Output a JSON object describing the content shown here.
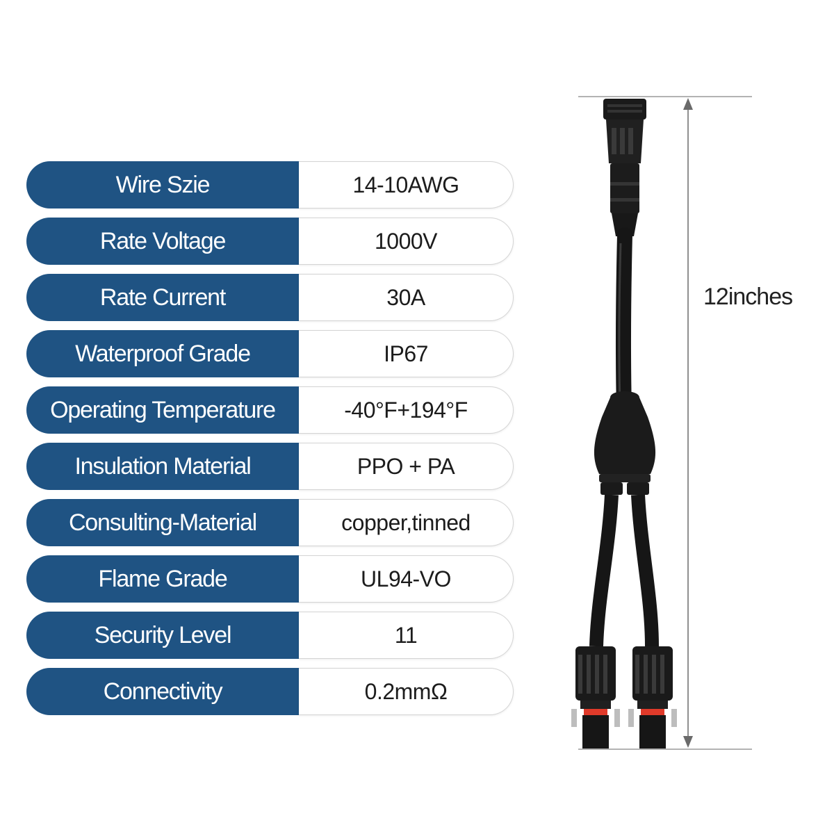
{
  "specs": [
    {
      "label": "Wire Szie",
      "value": "14-10AWG"
    },
    {
      "label": "Rate Voltage",
      "value": "1000V"
    },
    {
      "label": "Rate Current",
      "value": "30A"
    },
    {
      "label": "Waterproof Grade",
      "value": "IP67"
    },
    {
      "label": "Operating Temperature",
      "value": "-40°F+194°F"
    },
    {
      "label": "Insulation Material",
      "value": "PPO + PA"
    },
    {
      "label": "Consulting-Material",
      "value": "copper,tinned"
    },
    {
      "label": "Flame Grade",
      "value": "UL94-VO"
    },
    {
      "label": "Security Level",
      "value": "11"
    },
    {
      "label": "Connectivity",
      "value": "0.2mmΩ"
    }
  ],
  "dimension": {
    "length": "12inches"
  },
  "colors": {
    "label_bg": "#1f5383",
    "cable": "#161616",
    "seal_red": "#e03a2a"
  }
}
